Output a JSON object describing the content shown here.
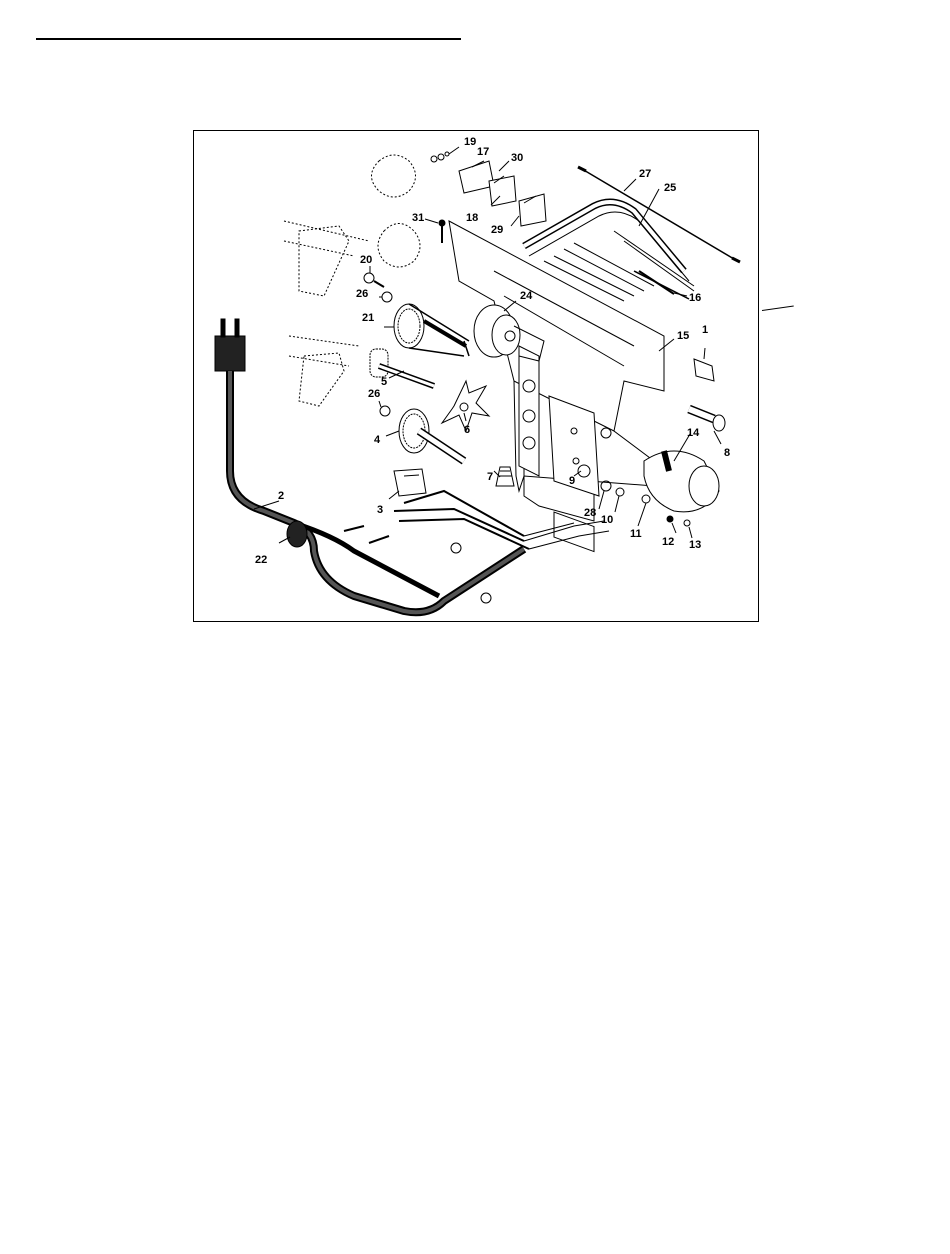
{
  "figure": {
    "title": "",
    "callouts": [
      {
        "id": "c1",
        "text": "1"
      },
      {
        "id": "c2",
        "text": "2"
      },
      {
        "id": "c3",
        "text": "3"
      },
      {
        "id": "c4",
        "text": "4"
      },
      {
        "id": "c5",
        "text": "5"
      },
      {
        "id": "c6",
        "text": "6"
      },
      {
        "id": "c7",
        "text": "7"
      },
      {
        "id": "c8",
        "text": "8"
      },
      {
        "id": "c9",
        "text": "9"
      },
      {
        "id": "c10",
        "text": "10"
      },
      {
        "id": "c11",
        "text": "11"
      },
      {
        "id": "c12",
        "text": "12"
      },
      {
        "id": "c13",
        "text": "13"
      },
      {
        "id": "c14",
        "text": "14"
      },
      {
        "id": "c15",
        "text": "15"
      },
      {
        "id": "c16",
        "text": "16"
      },
      {
        "id": "c17",
        "text": "17"
      },
      {
        "id": "c18",
        "text": "18"
      },
      {
        "id": "c19",
        "text": "19"
      },
      {
        "id": "c20",
        "text": "20"
      },
      {
        "id": "c21",
        "text": "21"
      },
      {
        "id": "c22",
        "text": "22"
      },
      {
        "id": "c24",
        "text": "24"
      },
      {
        "id": "c25",
        "text": "25"
      },
      {
        "id": "c26a",
        "text": "26"
      },
      {
        "id": "c26b",
        "text": "26"
      },
      {
        "id": "c27",
        "text": "27"
      },
      {
        "id": "c28",
        "text": "28"
      },
      {
        "id": "c29",
        "text": "29"
      },
      {
        "id": "c30",
        "text": "30"
      },
      {
        "id": "c31",
        "text": "31"
      }
    ]
  },
  "colors": {
    "line": "#000000",
    "paper": "#ffffff",
    "cord": "#1a1a1a"
  }
}
